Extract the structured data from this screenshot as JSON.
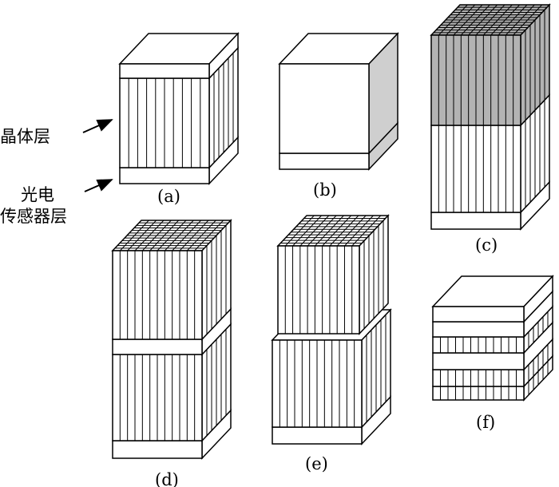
{
  "annotations": {
    "crystal_layer": "晶体层",
    "sensor_line1": "光电",
    "sensor_line2": "传感器层"
  },
  "panels": {
    "a": "(a)",
    "b": "(b)",
    "c": "(c)",
    "d": "(d)",
    "e": "(e)",
    "f": "(f)"
  },
  "colors": {
    "stroke": "#000000",
    "face": "#ffffff",
    "shaded": "#b3b3b3",
    "side_shaded": "#cfcfcf"
  }
}
